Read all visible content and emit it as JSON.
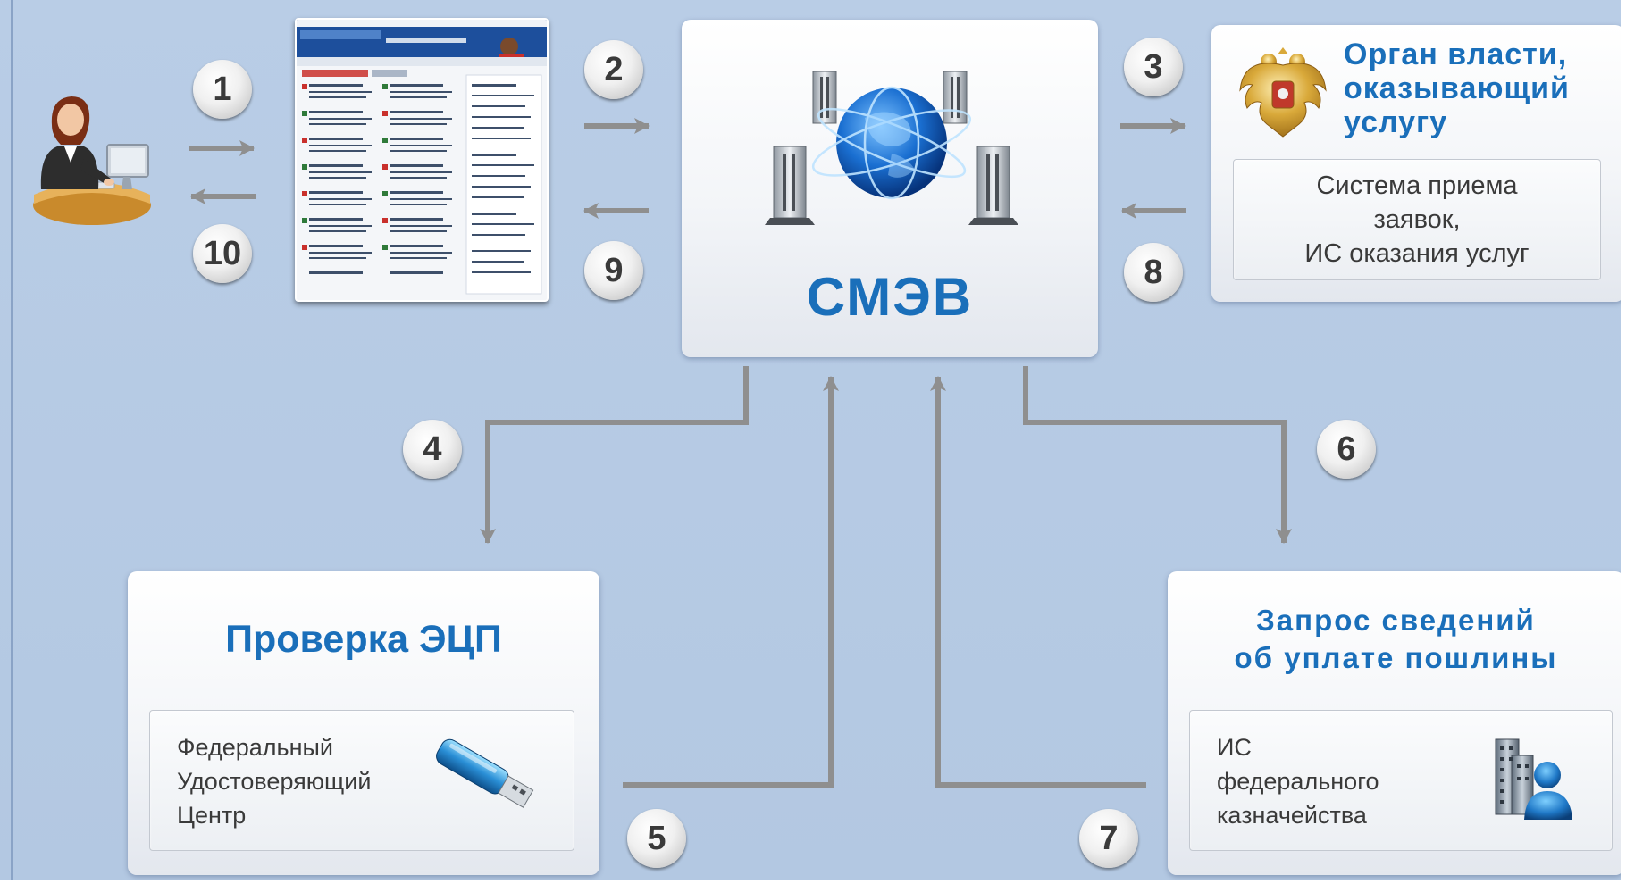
{
  "badges": [
    "1",
    "2",
    "3",
    "4",
    "5",
    "6",
    "7",
    "8",
    "9",
    "10"
  ],
  "smev": {
    "label": "СМЭВ"
  },
  "authority": {
    "title_line1": "Орган власти,",
    "title_line2": "оказывающий",
    "title_line3": "услугу",
    "system_line1": "Система приема",
    "system_line2": "заявок,",
    "system_line3": "ИС оказания услуг"
  },
  "signature": {
    "title": "Проверка ЭЦП",
    "center_line1": "Федеральный",
    "center_line2": "Удостоверяющий",
    "center_line3": "Центр"
  },
  "payment": {
    "title_line1": "Запрос сведений",
    "title_line2": "об уплате пошлины",
    "treasury_line1": "ИС",
    "treasury_line2": "федерального",
    "treasury_line3": "казначейства"
  },
  "colors": {
    "background": "#b6cae4",
    "title_blue": "#1a6fba",
    "arrow_grey": "#8f8f8f"
  },
  "icons": [
    "user-at-desk-icon",
    "portal-screenshot-icon",
    "network-globe-servers-icon",
    "coat-of-arms-icon",
    "usb-token-icon",
    "treasury-building-person-icon"
  ]
}
